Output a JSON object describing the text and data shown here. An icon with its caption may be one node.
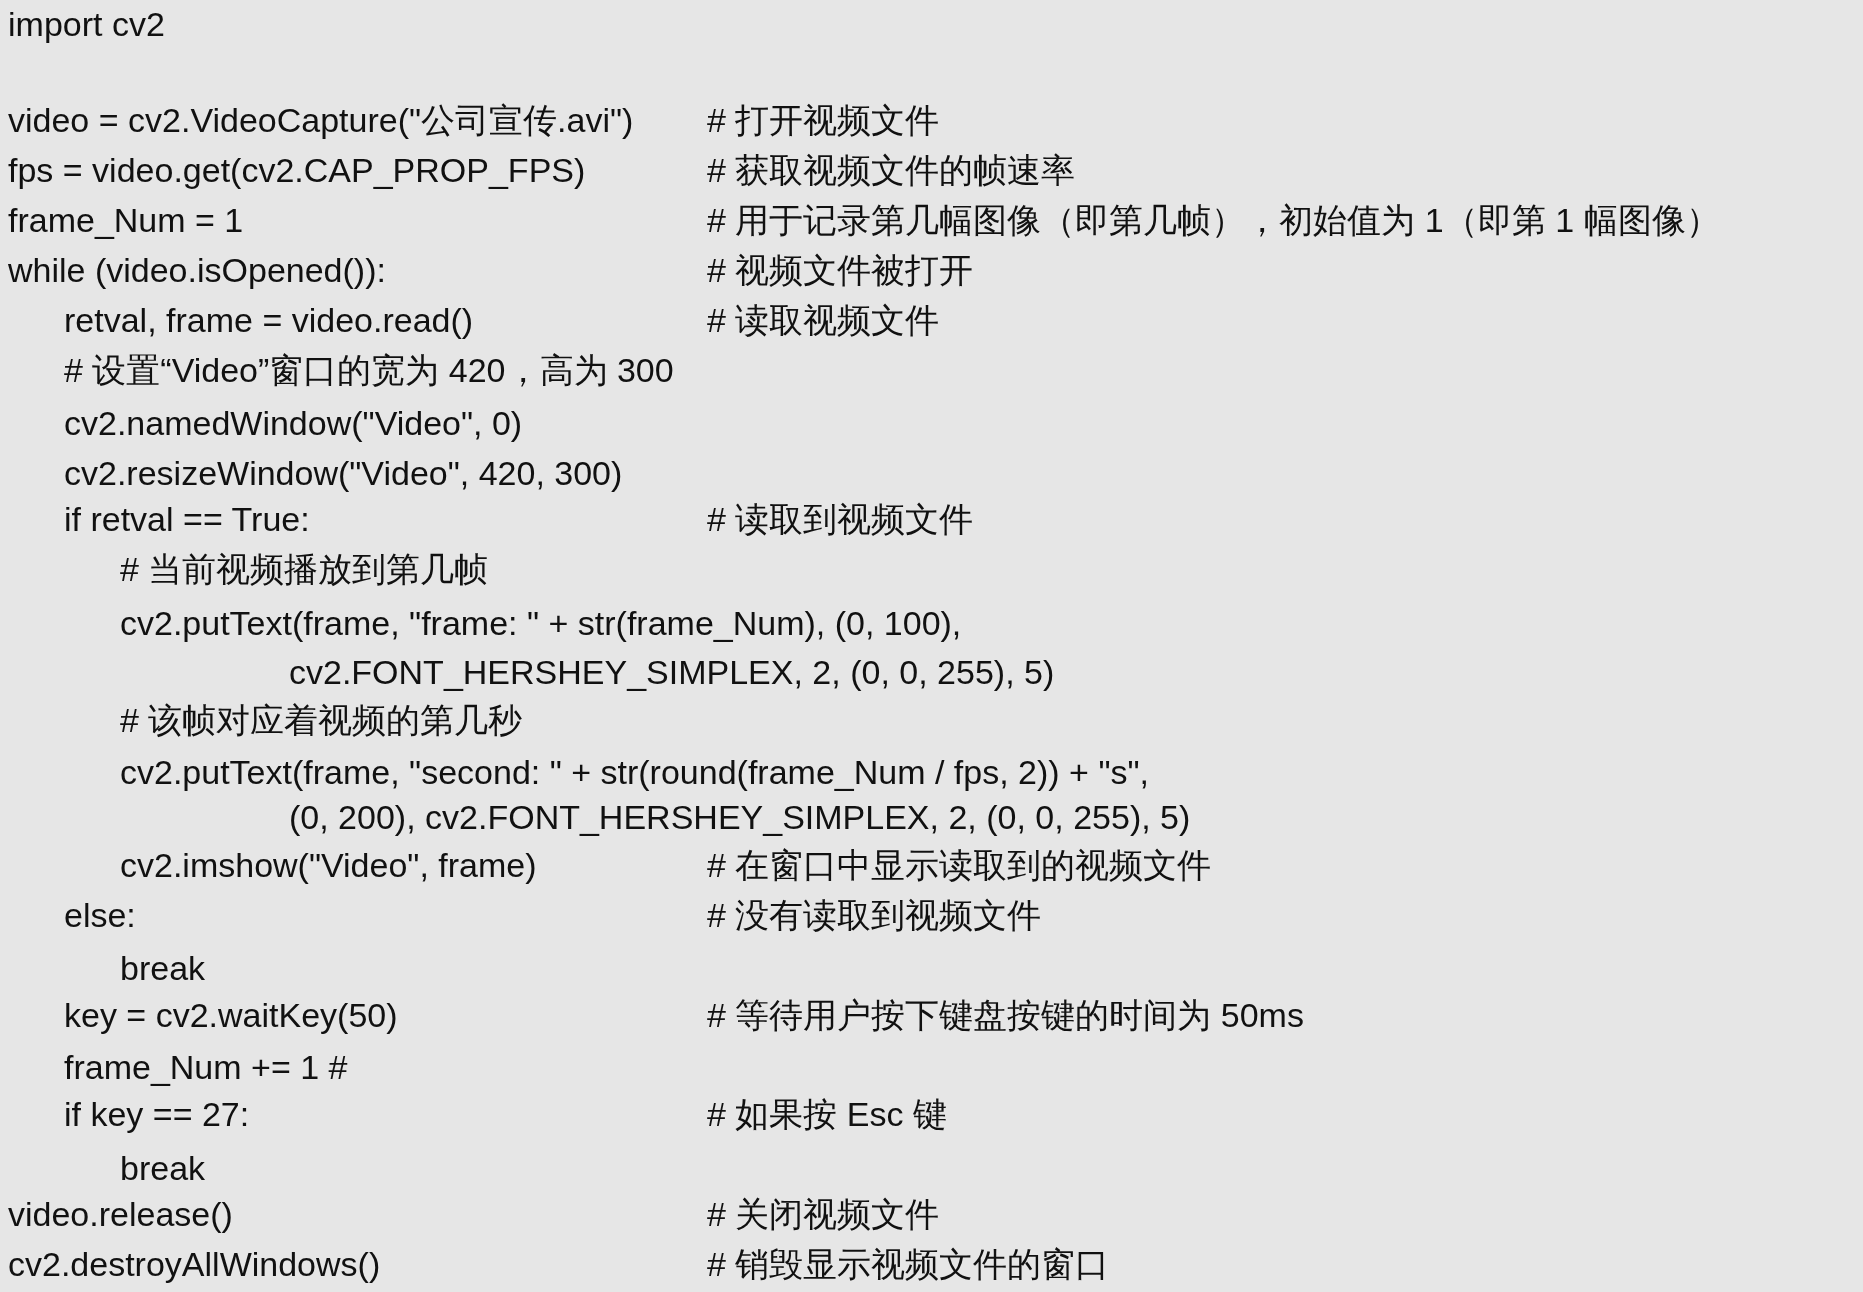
{
  "diagram": {
    "labels": [
      "import cv2",
      "video = cv2.VideoCapture(\"公司宣传.avi\")",
      "# 打开视频文件",
      "fps = video.get(cv2.CAP_PROP_FPS)",
      "# 获取视频文件的帧速率",
      "frame_Num = 1",
      "# 用于记录第几幅图像（即第几帧），初始值为 1（即第 1 幅图像）",
      "while (video.isOpened()):",
      "# 视频文件被打开",
      "retval, frame = video.read()",
      "# 读取视频文件",
      "# 设置“Video”窗口的宽为 420，高为 300",
      "cv2.namedWindow(\"Video\", 0)",
      "cv2.resizeWindow(\"Video\", 420, 300)",
      "if retval == True:",
      "# 读取到视频文件",
      "# 当前视频播放到第几帧",
      "cv2.putText(frame, \"frame: \" + str(frame_Num), (0, 100),",
      "cv2.FONT_HERSHEY_SIMPLEX, 2, (0, 0, 255), 5)",
      "# 该帧对应着视频的第几秒",
      "cv2.putText(frame, \"second: \" + str(round(frame_Num / fps, 2)) + \"s\",",
      "(0, 200), cv2.FONT_HERSHEY_SIMPLEX, 2, (0, 0, 255), 5)",
      "cv2.imshow(\"Video\", frame)",
      "# 在窗口中显示读取到的视频文件",
      "else:",
      "# 没有读取到视频文件",
      "break",
      "key = cv2.waitKey(50)",
      "# 等待用户按下键盘按键的时间为 50ms",
      "frame_Num += 1 #",
      "if key == 27:",
      "# 如果按 Esc 键",
      "break",
      "video.release()",
      "# 关闭视频文件",
      "cv2.destroyAllWindows()",
      "# 销毁显示视频文件的窗口"
    ]
  }
}
